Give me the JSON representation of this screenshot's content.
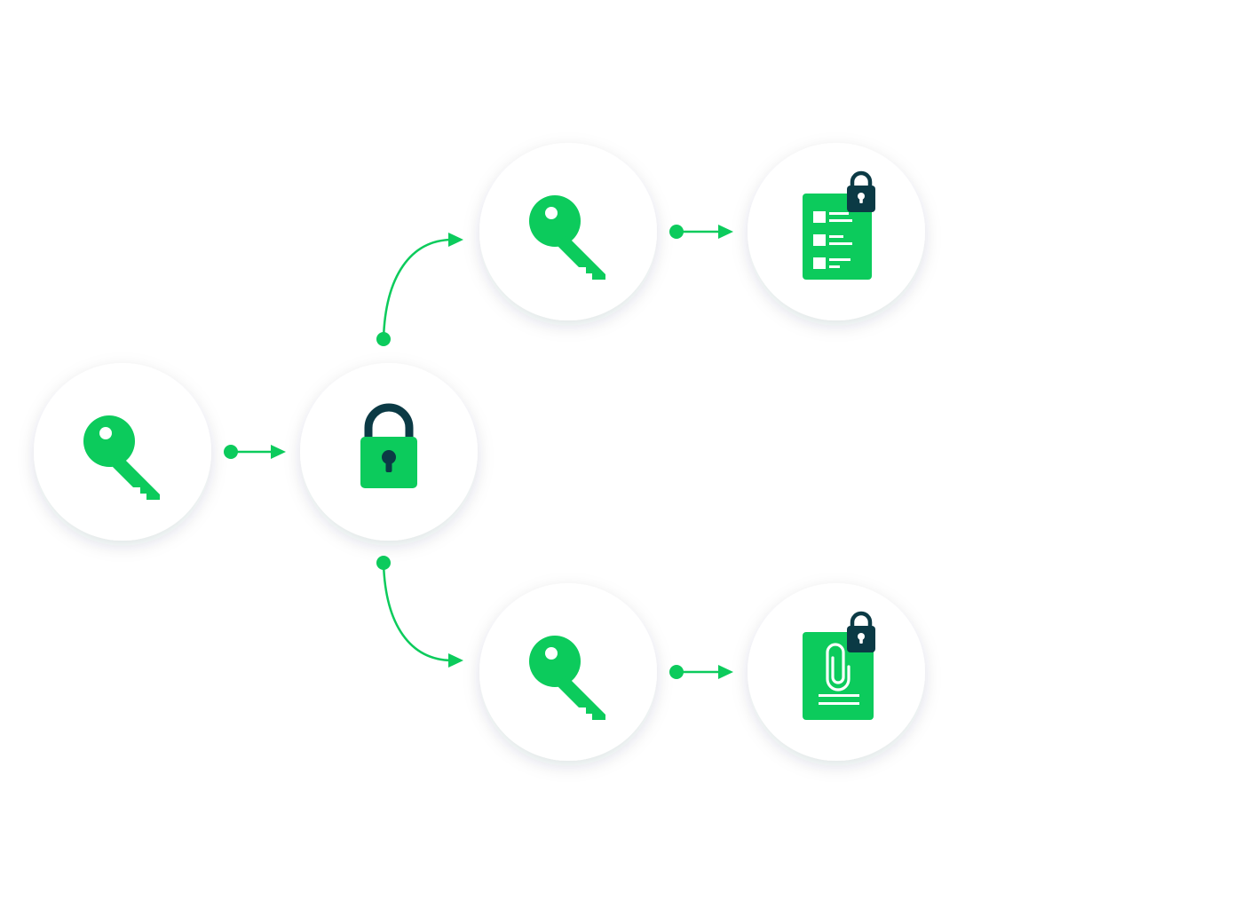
{
  "colors": {
    "background": "#ffffff",
    "circle_fill": "#ffffff",
    "accent_green": "#0ccb5c",
    "lock_dark": "#0b3a45",
    "shadow": "rgba(20, 40, 60, 0.13)"
  },
  "nodes": [
    {
      "id": "master-key",
      "icon": "key-icon"
    },
    {
      "id": "vault-lock",
      "icon": "padlock-icon"
    },
    {
      "id": "key-top",
      "icon": "key-icon"
    },
    {
      "id": "key-bottom",
      "icon": "key-icon"
    },
    {
      "id": "locked-list-document",
      "icon": "locked-list-document-icon"
    },
    {
      "id": "locked-attachment-document",
      "icon": "locked-attachment-document-icon"
    }
  ],
  "edges": [
    {
      "from": "master-key",
      "to": "vault-lock",
      "style": "straight"
    },
    {
      "from": "vault-lock",
      "to": "key-top",
      "style": "curved"
    },
    {
      "from": "vault-lock",
      "to": "key-bottom",
      "style": "curved"
    },
    {
      "from": "key-top",
      "to": "locked-list-document",
      "style": "straight"
    },
    {
      "from": "key-bottom",
      "to": "locked-attachment-document",
      "style": "straight"
    }
  ]
}
